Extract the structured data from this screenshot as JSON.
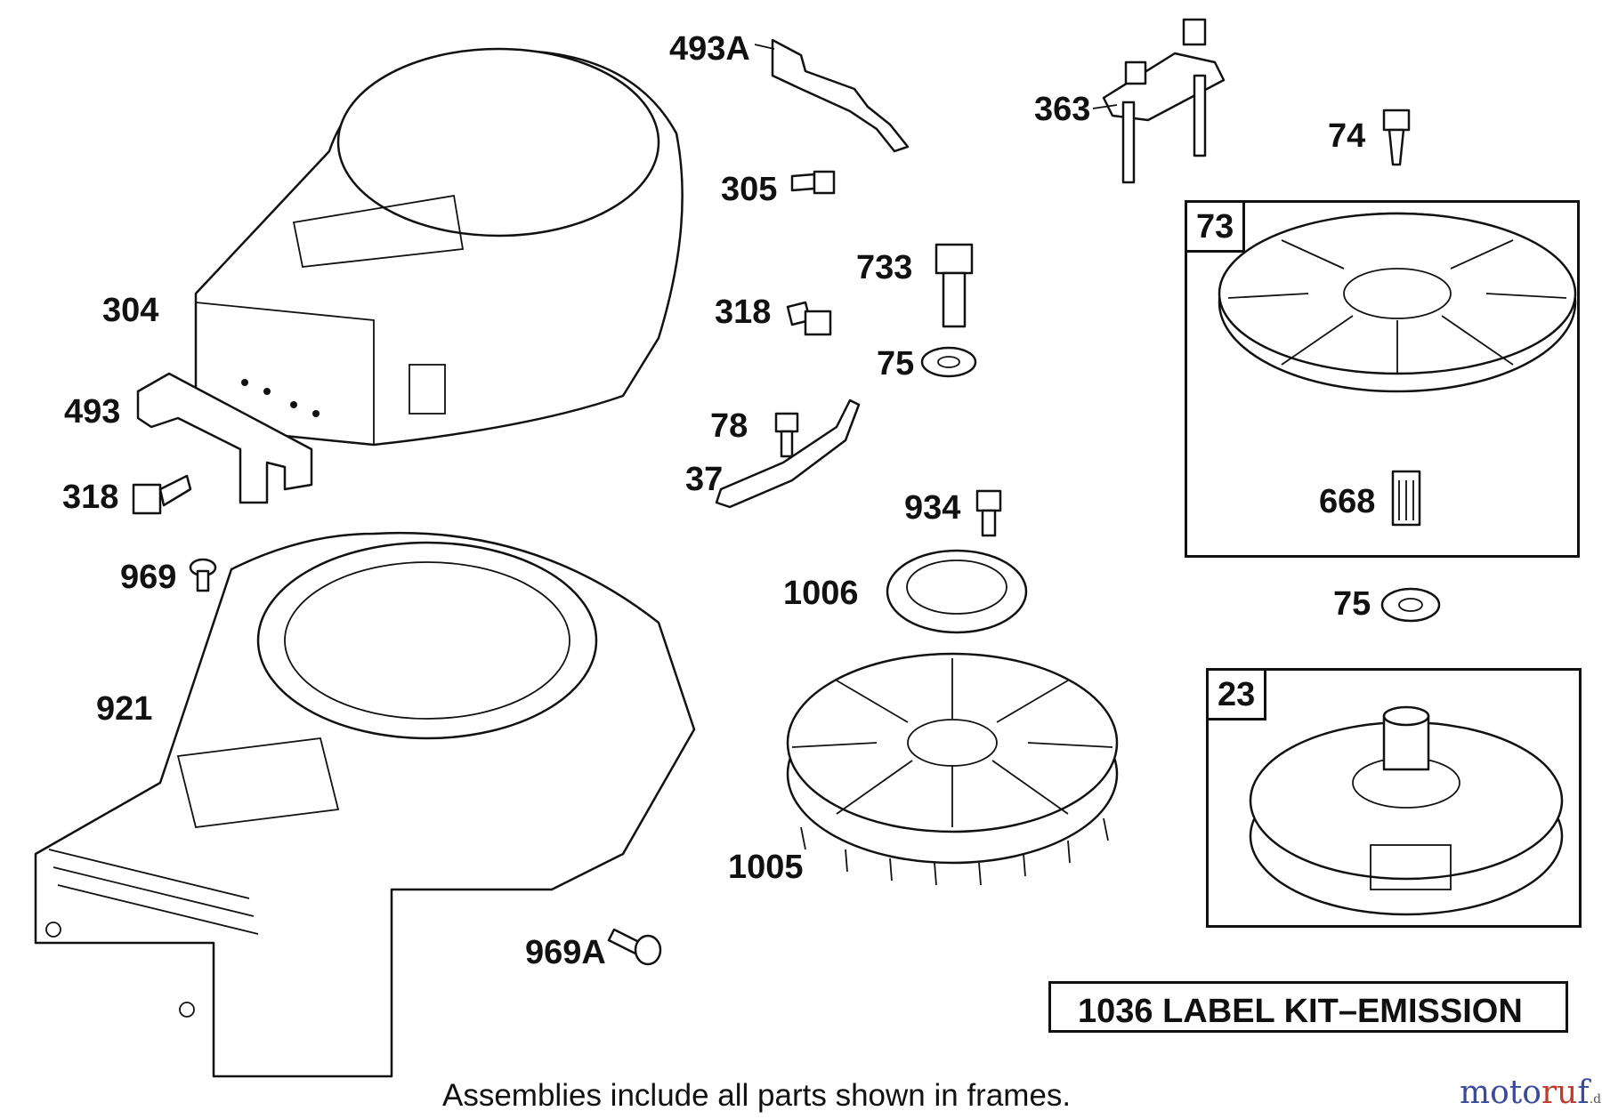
{
  "callouts": {
    "c493A": "493A",
    "c363": "363",
    "c74": "74",
    "c305": "305",
    "c304": "304",
    "c733": "733",
    "c318a": "318",
    "c75a": "75",
    "c493": "493",
    "c78": "78",
    "c37": "37",
    "c318b": "318",
    "c934": "934",
    "c969": "969",
    "c1006": "1006",
    "c921": "921",
    "c668": "668",
    "c75b": "75",
    "c1005": "1005",
    "c969A": "969A"
  },
  "frames": {
    "frame73": "73",
    "frame23": "23"
  },
  "kit_label": "1036 LABEL KIT–EMISSION",
  "footnote": "Assemblies include all parts shown in frames.",
  "logo": {
    "part1": "moto",
    "part2": "ru",
    "part3": "f",
    "suffix": ".de"
  }
}
